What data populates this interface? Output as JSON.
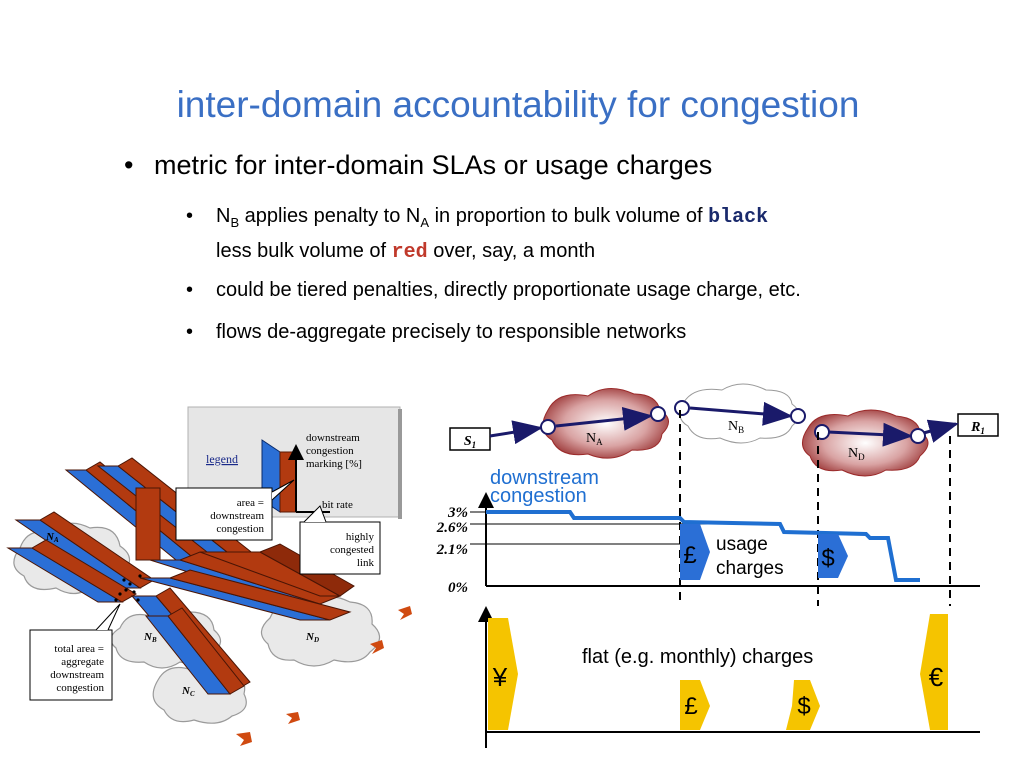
{
  "title": "inter-domain accountability for congestion",
  "bullet_main": "metric for inter-domain SLAs or usage charges",
  "sub_bullets": {
    "b1": {
      "n_b": "N",
      "n_b_sub": "B",
      "t1": " applies penalty to N",
      "n_a_sub": "A",
      "t2": " in proportion to bulk volume of ",
      "black": "black",
      "t3": "less bulk volume of ",
      "red": "red",
      "t4": " over, say, a month"
    },
    "b2": "could be tiered penalties, directly proportionate usage charge, etc.",
    "b3": "flows de-aggregate precisely to responsible networks"
  },
  "legend": {
    "label": "legend",
    "axis_y": [
      "downstream",
      "congestion",
      "marking [%]"
    ],
    "axis_x": "bit rate",
    "area_note": [
      "area =",
      "downstream",
      "congestion"
    ],
    "highly": [
      "highly",
      "congested",
      "link"
    ],
    "total_area": [
      "total area =",
      "aggregate",
      "downstream",
      "congestion"
    ]
  },
  "left_nodes": {
    "na": {
      "n": "N",
      "s": "A"
    },
    "nb": {
      "n": "N",
      "s": "B"
    },
    "nc": {
      "n": "N",
      "s": "C"
    },
    "nd": {
      "n": "N",
      "s": "D"
    }
  },
  "path_nodes": {
    "s1": {
      "n": "S",
      "s": "1"
    },
    "r1": {
      "n": "R",
      "s": "1"
    },
    "na": {
      "n": "N",
      "s": "A"
    },
    "nb": {
      "n": "N",
      "s": "B"
    },
    "nd": {
      "n": "N",
      "s": "D"
    }
  },
  "chart": {
    "label_line1": "downstream",
    "label_line2": "congestion",
    "ticks": [
      "3%",
      "2.6%",
      "2.1%",
      "0%"
    ],
    "usage_line1": "usage",
    "usage_line2": "charges",
    "pound": "£",
    "dollar": "$"
  },
  "flat": {
    "label": "flat (e.g. monthly) charges",
    "yen": "¥",
    "pound": "£",
    "dollar": "$",
    "euro": "€"
  },
  "colors": {
    "title": "#3a6fc4",
    "line_blue": "#1f6fd1",
    "cloud_red": "#9b2a2a",
    "gold": "#f5c400",
    "blue_fill": "#2b6fd6",
    "orange": "#c0430c"
  }
}
